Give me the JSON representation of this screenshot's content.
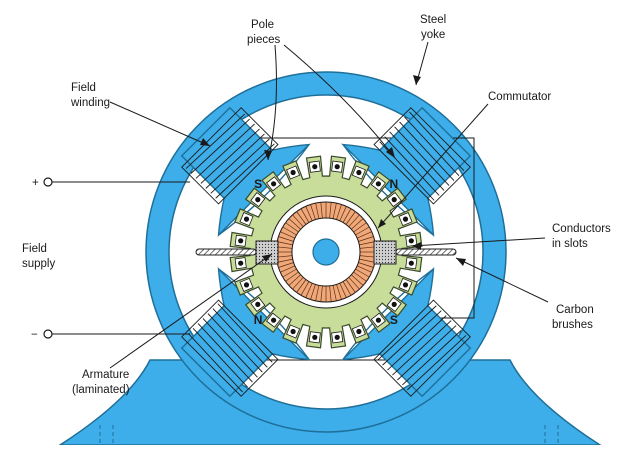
{
  "labels": {
    "pole_pieces": [
      "Pole",
      "pieces"
    ],
    "steel_yoke": [
      "Steel",
      "yoke"
    ],
    "field_winding": [
      "Field",
      "winding"
    ],
    "commutator": "Commutator",
    "field_supply": [
      "Field",
      "supply"
    ],
    "conductors_in_slots": [
      "Conductors",
      "in slots"
    ],
    "carbon_brushes": [
      "Carbon",
      "brushes"
    ],
    "armature": [
      "Armature",
      "(laminated)"
    ],
    "plus": "+",
    "minus": "−"
  },
  "poles": {
    "top_left": "S",
    "top_right": "N",
    "bottom_left": "N",
    "bottom_right": "S"
  },
  "colors": {
    "yoke": "#3daee9",
    "yoke_stroke": "#1f6f99",
    "armature": "#c8dd9a",
    "commutator": "#f0a878",
    "shaft": "#3daee9",
    "line": "#1a1a1a"
  }
}
